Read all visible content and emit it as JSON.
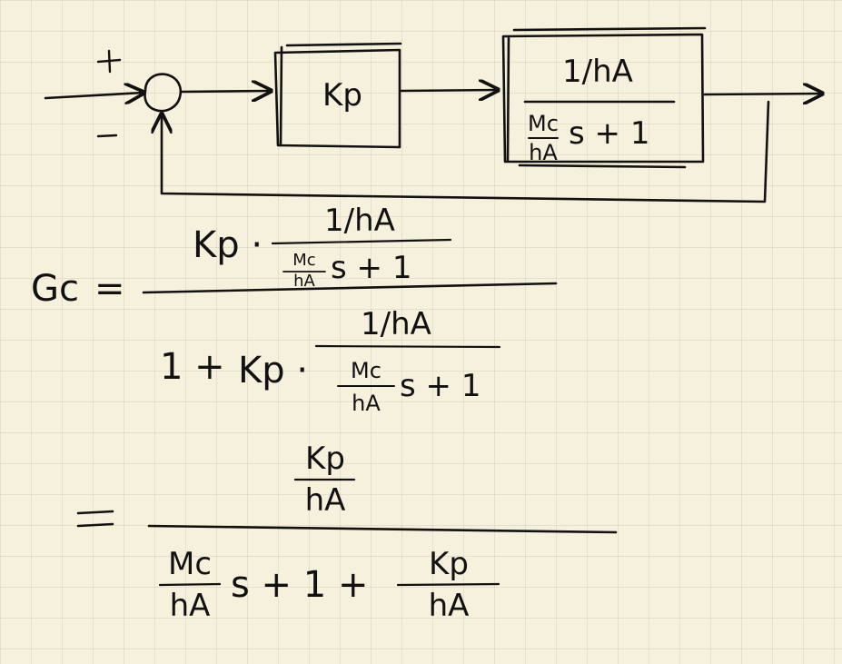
{
  "diagram": {
    "summing_junction": {
      "plus_sign": "+",
      "minus_sign": "−"
    },
    "controller_block": {
      "label": "Kp"
    },
    "plant_block": {
      "numerator": "1/hA",
      "denominator_coeff_num": "Mc",
      "denominator_coeff_den": "hA",
      "denominator_rest": "s + 1"
    }
  },
  "equation": {
    "lhs": "Gc",
    "equals": "=",
    "line1": {
      "num_gain": "Kp ·",
      "num_frac_top": "1/hA",
      "num_inner_top": "Mc",
      "num_inner_bot": "hA",
      "num_inner_rest": "s + 1",
      "den_prefix": "1 +",
      "den_gain": "Kp ·",
      "den_frac_top": "1/hA",
      "den_inner_top": "Mc",
      "den_inner_bot": "hA",
      "den_inner_rest": "s + 1"
    },
    "line2": {
      "equals": "=",
      "num_top": "Kp",
      "num_bot": "hA",
      "den_t1_top": "Mc",
      "den_t1_bot": "hA",
      "den_mid": "s + 1 +",
      "den_t2_top": "Kp",
      "den_t2_bot": "hA"
    }
  },
  "colors": {
    "ink": "#111111",
    "paper": "#f6f1dc",
    "grid": "#c8c3b0"
  }
}
